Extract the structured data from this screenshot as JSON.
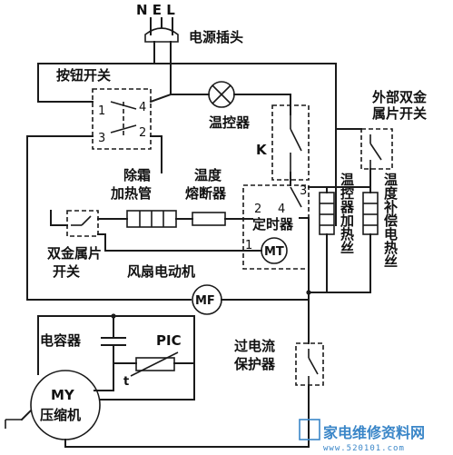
{
  "labels": {
    "plug_terminals": "N E L",
    "power_plug": "电源插头",
    "button_switch": "按钮开关",
    "thermostat": "温控器",
    "external_bimetal_line1": "外部双金",
    "external_bimetal_line2": "属片开关",
    "defrost_heater_line1": "除霜",
    "defrost_heater_line2": "加热管",
    "thermal_fuse_line1": "温度",
    "thermal_fuse_line2": "熔断器",
    "timer": "定时器",
    "thermostat_heater": "温控器加热丝",
    "temp_comp_heater": "温度补偿电热丝",
    "bimetal_switch_line1": "双金属片",
    "bimetal_switch_line2": "开关",
    "fan_motor": "风扇电动机",
    "capacitor": "电容器",
    "pic": "PIC",
    "overcurrent_line1": "过电流",
    "overcurrent_line2": "保护器",
    "compressor_code": "MY",
    "compressor": "压缩机",
    "ptc_t": "t",
    "timer_motor": "MT",
    "fan_mf": "MF",
    "k_contact": "K"
  },
  "terminals": {
    "btn_1": "1",
    "btn_2": "2",
    "btn_3": "3",
    "btn_4": "4",
    "timer_1": "1",
    "timer_2": "2",
    "timer_3": "3",
    "timer_4": "4"
  },
  "watermark": {
    "name": "家电维修资料网",
    "url": "www.520101.com"
  },
  "colors": {
    "ink": "#1a1a1a",
    "background": "#ffffff",
    "watermark": "#3a86c8"
  }
}
